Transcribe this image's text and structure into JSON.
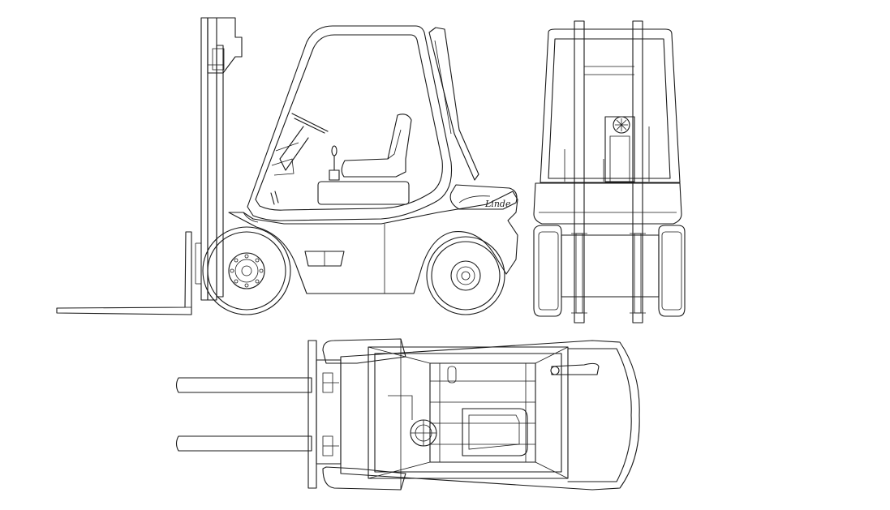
{
  "drawing": {
    "views": [
      {
        "id": "side",
        "name": "side-view"
      },
      {
        "id": "rear",
        "name": "rear-view"
      },
      {
        "id": "top",
        "name": "top-view"
      }
    ],
    "logo_text": "Linde",
    "line_color": "#1a1a1a",
    "background": "#ffffff"
  }
}
